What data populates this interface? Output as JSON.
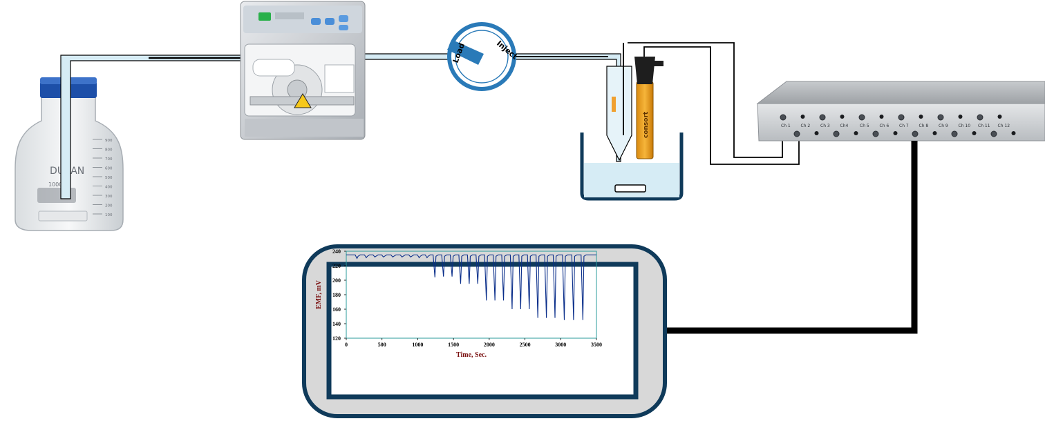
{
  "valve": {
    "load_label": "Load",
    "inject_label": "Inject"
  },
  "bottle": {
    "logo": "DURAN",
    "volume": "1000"
  },
  "electrode": {
    "brand": "consort"
  },
  "bottle_scale": [
    "900",
    "800",
    "700",
    "600",
    "500",
    "400",
    "300",
    "200",
    "100"
  ],
  "meter": {
    "channels_top": [
      "Ch 1",
      "Ch 2",
      "Ch 3",
      "Ch4",
      "Ch 5",
      "Ch 6",
      "Ch 7",
      "Ch 8",
      "Ch 9",
      "Ch 10",
      "Ch 11",
      "Ch 12"
    ]
  },
  "colors": {
    "tubing": "#000000",
    "tubing_fill": "#d6ecf5",
    "monitor_frame": "#0f3a5a",
    "trace": "#0a2e8a",
    "axis_label": "#7a1010",
    "valve_blue": "#2a7ab8"
  },
  "chart_data": {
    "type": "line",
    "xlabel": "Time, Sec.",
    "ylabel": "EMF, mV",
    "xlim": [
      0,
      3500
    ],
    "ylim": [
      120,
      240
    ],
    "x_ticks": [
      0,
      500,
      1000,
      1500,
      2000,
      2500,
      3000,
      3500
    ],
    "y_ticks": [
      120,
      140,
      160,
      180,
      200,
      220,
      240
    ],
    "baseline": 235,
    "peaks": [
      {
        "t": 150,
        "min": 230
      },
      {
        "t": 280,
        "min": 231
      },
      {
        "t": 400,
        "min": 232
      },
      {
        "t": 520,
        "min": 232
      },
      {
        "t": 650,
        "min": 232
      },
      {
        "t": 780,
        "min": 232
      },
      {
        "t": 900,
        "min": 232
      },
      {
        "t": 1020,
        "min": 231
      },
      {
        "t": 1130,
        "min": 231
      },
      {
        "t": 1240,
        "min": 204
      },
      {
        "t": 1360,
        "min": 205
      },
      {
        "t": 1480,
        "min": 205
      },
      {
        "t": 1600,
        "min": 195
      },
      {
        "t": 1720,
        "min": 195
      },
      {
        "t": 1840,
        "min": 195
      },
      {
        "t": 1960,
        "min": 172
      },
      {
        "t": 2080,
        "min": 172
      },
      {
        "t": 2200,
        "min": 172
      },
      {
        "t": 2320,
        "min": 160
      },
      {
        "t": 2440,
        "min": 160
      },
      {
        "t": 2560,
        "min": 160
      },
      {
        "t": 2680,
        "min": 148
      },
      {
        "t": 2800,
        "min": 148
      },
      {
        "t": 2920,
        "min": 148
      },
      {
        "t": 3050,
        "min": 145
      },
      {
        "t": 3180,
        "min": 145
      },
      {
        "t": 3310,
        "min": 145
      }
    ]
  }
}
